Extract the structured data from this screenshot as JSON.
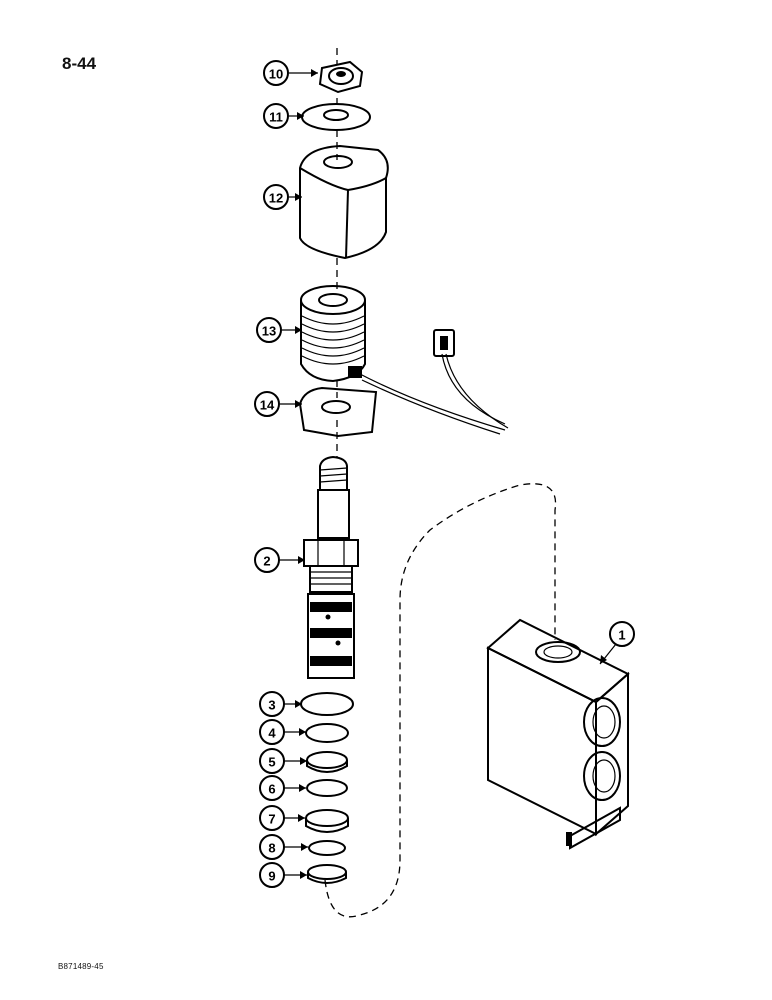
{
  "page": {
    "number": "8-44",
    "figure_code": "B871489-45"
  },
  "callouts": [
    {
      "id": "10",
      "label": "10"
    },
    {
      "id": "11",
      "label": "11"
    },
    {
      "id": "12",
      "label": "12"
    },
    {
      "id": "13",
      "label": "13"
    },
    {
      "id": "14",
      "label": "14"
    },
    {
      "id": "2",
      "label": "2"
    },
    {
      "id": "3",
      "label": "3"
    },
    {
      "id": "4",
      "label": "4"
    },
    {
      "id": "5",
      "label": "5"
    },
    {
      "id": "6",
      "label": "6"
    },
    {
      "id": "7",
      "label": "7"
    },
    {
      "id": "8",
      "label": "8"
    },
    {
      "id": "9",
      "label": "9"
    },
    {
      "id": "1",
      "label": "1"
    }
  ]
}
